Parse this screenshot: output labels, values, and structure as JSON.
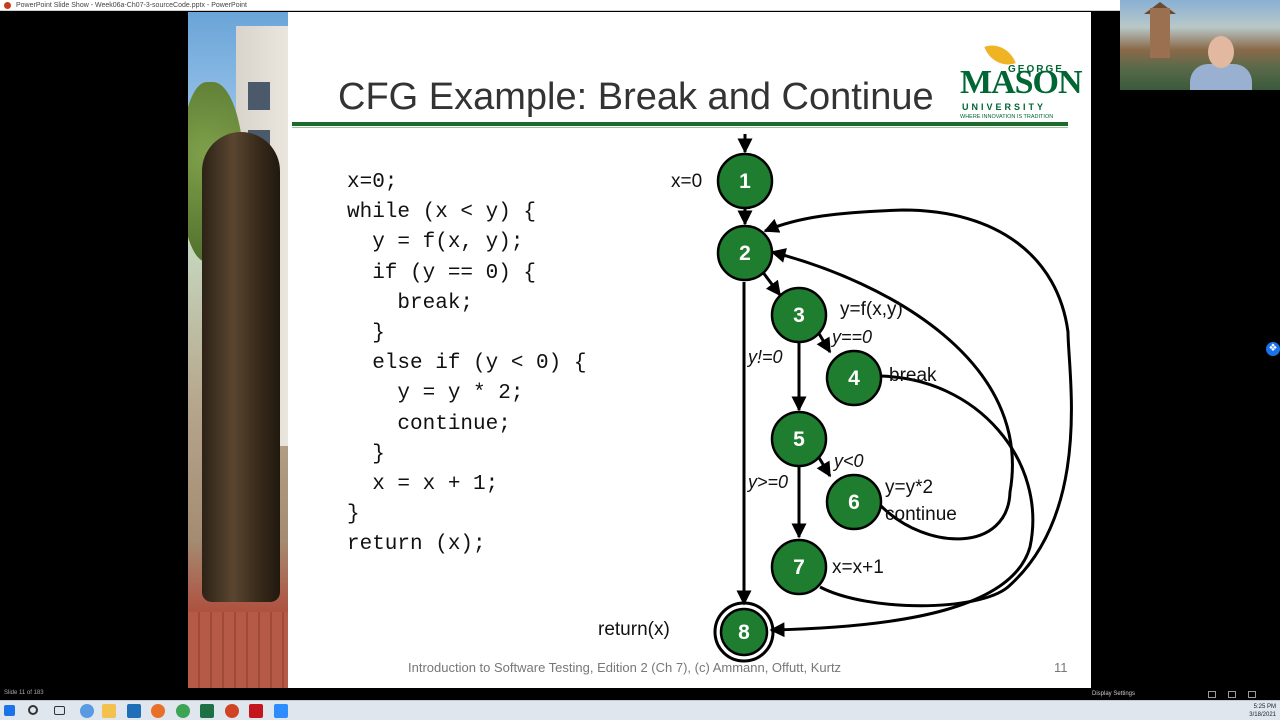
{
  "window": {
    "title": "PowerPoint Slide Show - Week06a-Ch07-3-sourceCode.pptx - PowerPoint"
  },
  "slide": {
    "title": "CFG Example: Break and Continue",
    "logo": {
      "george": "GEORGE",
      "mason": "MASON",
      "university": "UNIVERSITY",
      "tagline": "WHERE INNOVATION IS TRADITION"
    },
    "code_lines": [
      "x=0;",
      "while (x < y) {",
      "  y = f(x, y);",
      "  if (y == 0) {",
      "    break;",
      "  }",
      "  else if (y < 0) {",
      "    y = y * 2;",
      "    continue;",
      "  }",
      "  x = x + 1;",
      "}",
      "return (x);"
    ],
    "footer": "Introduction to Software Testing, Edition 2  (Ch 7), (c) Ammann, Offutt, Kurtz",
    "number": "11"
  },
  "graph": {
    "nodes": [
      "1",
      "2",
      "3",
      "4",
      "5",
      "6",
      "7",
      "8"
    ],
    "node_annotations": {
      "n1": "x=0",
      "n3": "y=f(x,y)",
      "n4": "break",
      "n6_line1": "y=y*2",
      "n6_line2": "continue",
      "n7": "x=x+1",
      "n8": "return(x)"
    },
    "edge_labels": {
      "e34": "y==0",
      "e35": "y!=0",
      "e56": "y<0",
      "e57": "y>=0"
    },
    "colors": {
      "node_fill": "#1e7d2e",
      "node_stroke": "#000000",
      "node_text": "#ffffff",
      "edge": "#000000"
    }
  },
  "status": {
    "slide_counter": "Slide 11 of 183",
    "display_settings": "Display Settings",
    "time": "5:25 PM",
    "date": "3/18/2021"
  },
  "icons": {
    "side_icon": "dropbox-icon",
    "taskbar": [
      "windows-start-icon",
      "search-icon",
      "task-view-icon",
      "chrome-icon",
      "file-explorer-icon",
      "sharepoint-icon",
      "firefox-icon",
      "chrome-icon",
      "excel-icon",
      "powerpoint-icon",
      "acrobat-icon",
      "zoom-icon"
    ]
  }
}
